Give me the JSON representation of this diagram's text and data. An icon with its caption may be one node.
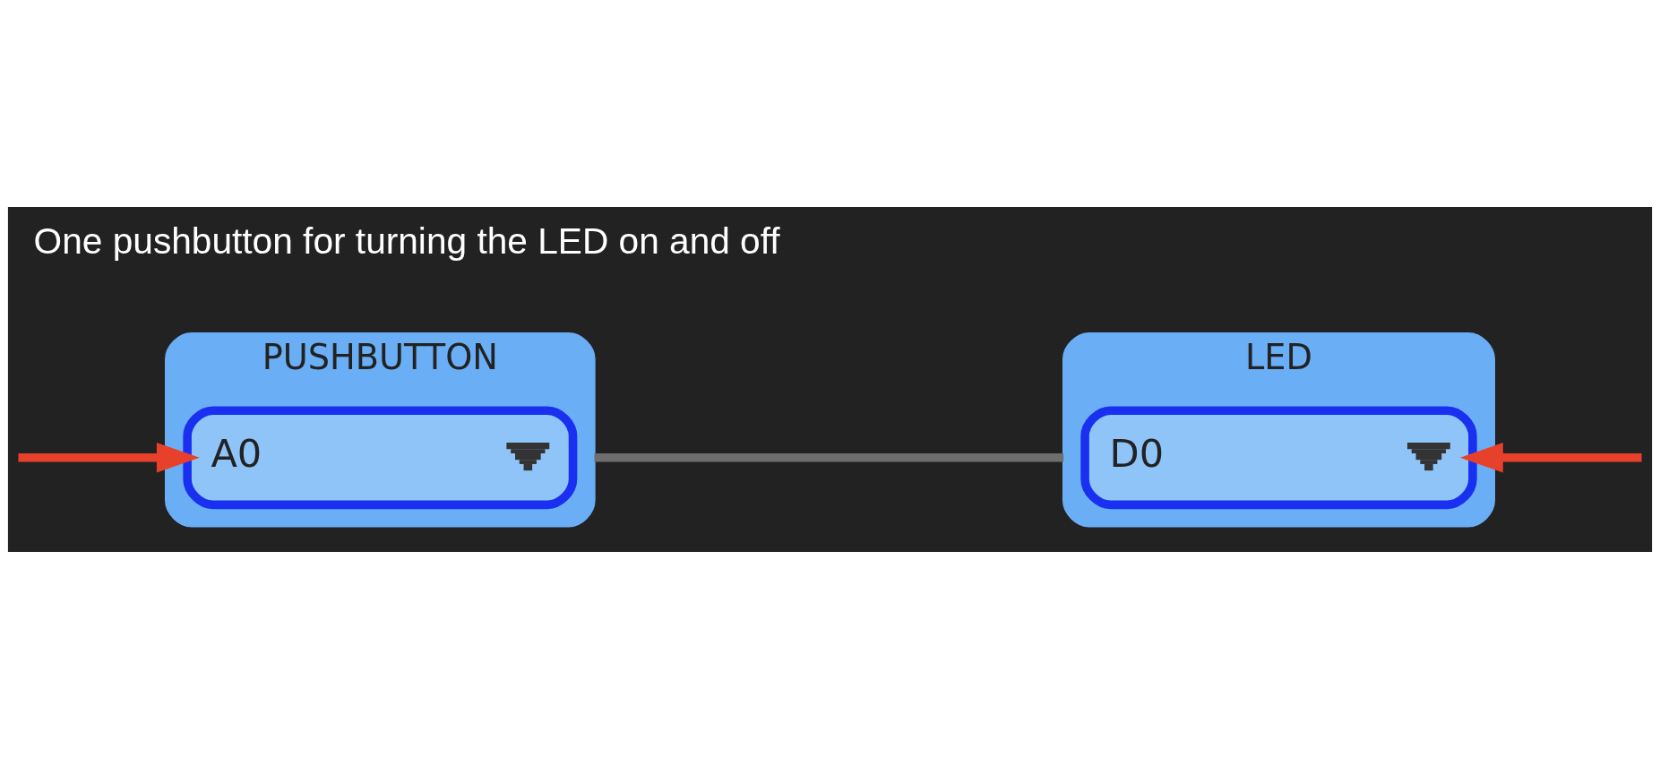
{
  "diagram": {
    "title": "One pushbutton for turning the LED on and off",
    "nodes": [
      {
        "text": [
          "PUSHBUTTON"
        ]
      },
      {
        "text": [
          "A0"
        ],
        "in": 0
      },
      {
        "text": [
          "LED"
        ]
      },
      {
        "text": [
          "D0"
        ],
        "in": 2
      }
    ],
    "edges": [
      {
        "from": null,
        "to": 1,
        "arrow": "to",
        "color": "#e8412b"
      },
      {
        "from": 0,
        "to": 2,
        "arrow": "none",
        "color": "#6e6e6e"
      },
      {
        "from": null,
        "to": 3,
        "arrow": "to",
        "color": "#e8412b"
      }
    ]
  }
}
